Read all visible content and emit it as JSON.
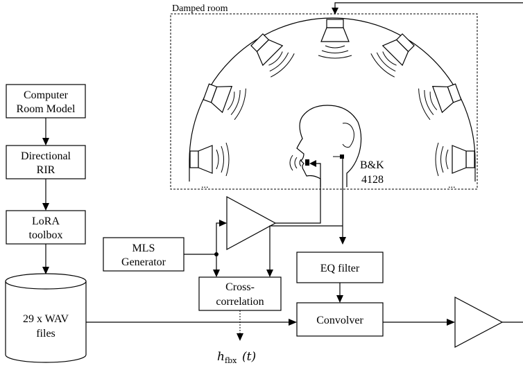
{
  "room": {
    "label": "Damped room",
    "mic_line1": "B&K",
    "mic_line2": "4128",
    "dots_left": "...",
    "dots_right": "..."
  },
  "blocks": {
    "computer_room_model": [
      "Computer",
      "Room Model"
    ],
    "directional_rir": [
      "Directional",
      "RIR"
    ],
    "lora_toolbox": [
      "LoRA",
      "toolbox"
    ],
    "wav_files": [
      "29 x WAV",
      "files"
    ],
    "mls_generator": [
      "MLS",
      "Generator"
    ],
    "cross_correlation": [
      "Cross-",
      "correlation"
    ],
    "eq_filter": "EQ filter",
    "convolver": "Convolver"
  },
  "output": {
    "symbol": "h",
    "subscript": "fbx",
    "argument": "(t)"
  }
}
